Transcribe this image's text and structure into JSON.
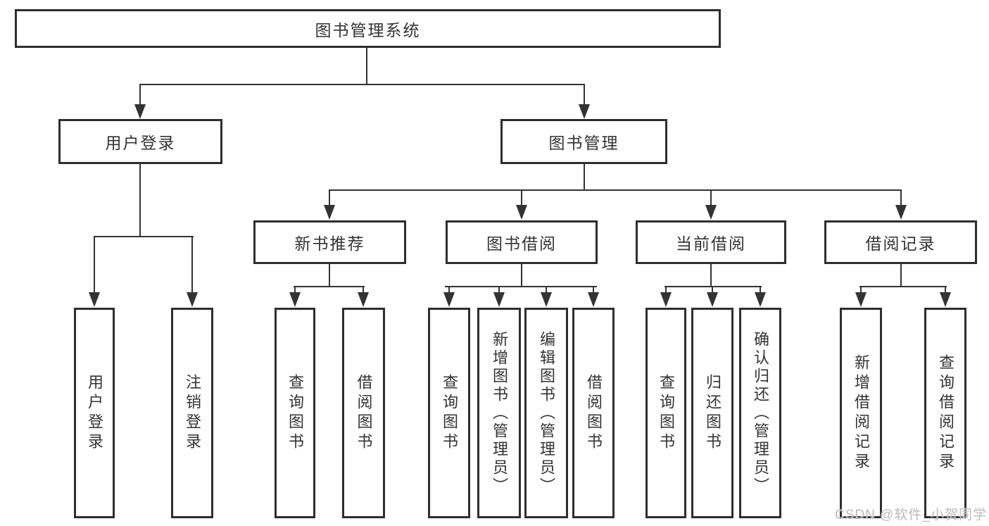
{
  "colors": {
    "line": "#333333",
    "node_border": "#2e2e2e",
    "node_text": "#333333",
    "background": "#ffffff",
    "watermark_text_color": "#b7bbc2"
  },
  "tree": {
    "root": "图书管理系统",
    "branches": [
      {
        "label": "用户登录",
        "children": [
          "用户登录",
          "注销登录"
        ]
      },
      {
        "label": "图书管理",
        "children": [
          {
            "label": "新书推荐",
            "children": [
              "查询图书",
              "借阅图书"
            ]
          },
          {
            "label": "图书借阅",
            "children": [
              "查询图书",
              "新增图书（管理员）",
              "编辑图书（管理员）",
              "借阅图书"
            ]
          },
          {
            "label": "当前借阅",
            "children": [
              "查询图书",
              "归还图书",
              "确认归还（管理员）"
            ]
          },
          {
            "label": "借阅记录",
            "children": [
              "新增借阅记录",
              "查询借阅记录"
            ]
          }
        ]
      }
    ]
  },
  "watermark": "CSDN @软件_小贺同学"
}
